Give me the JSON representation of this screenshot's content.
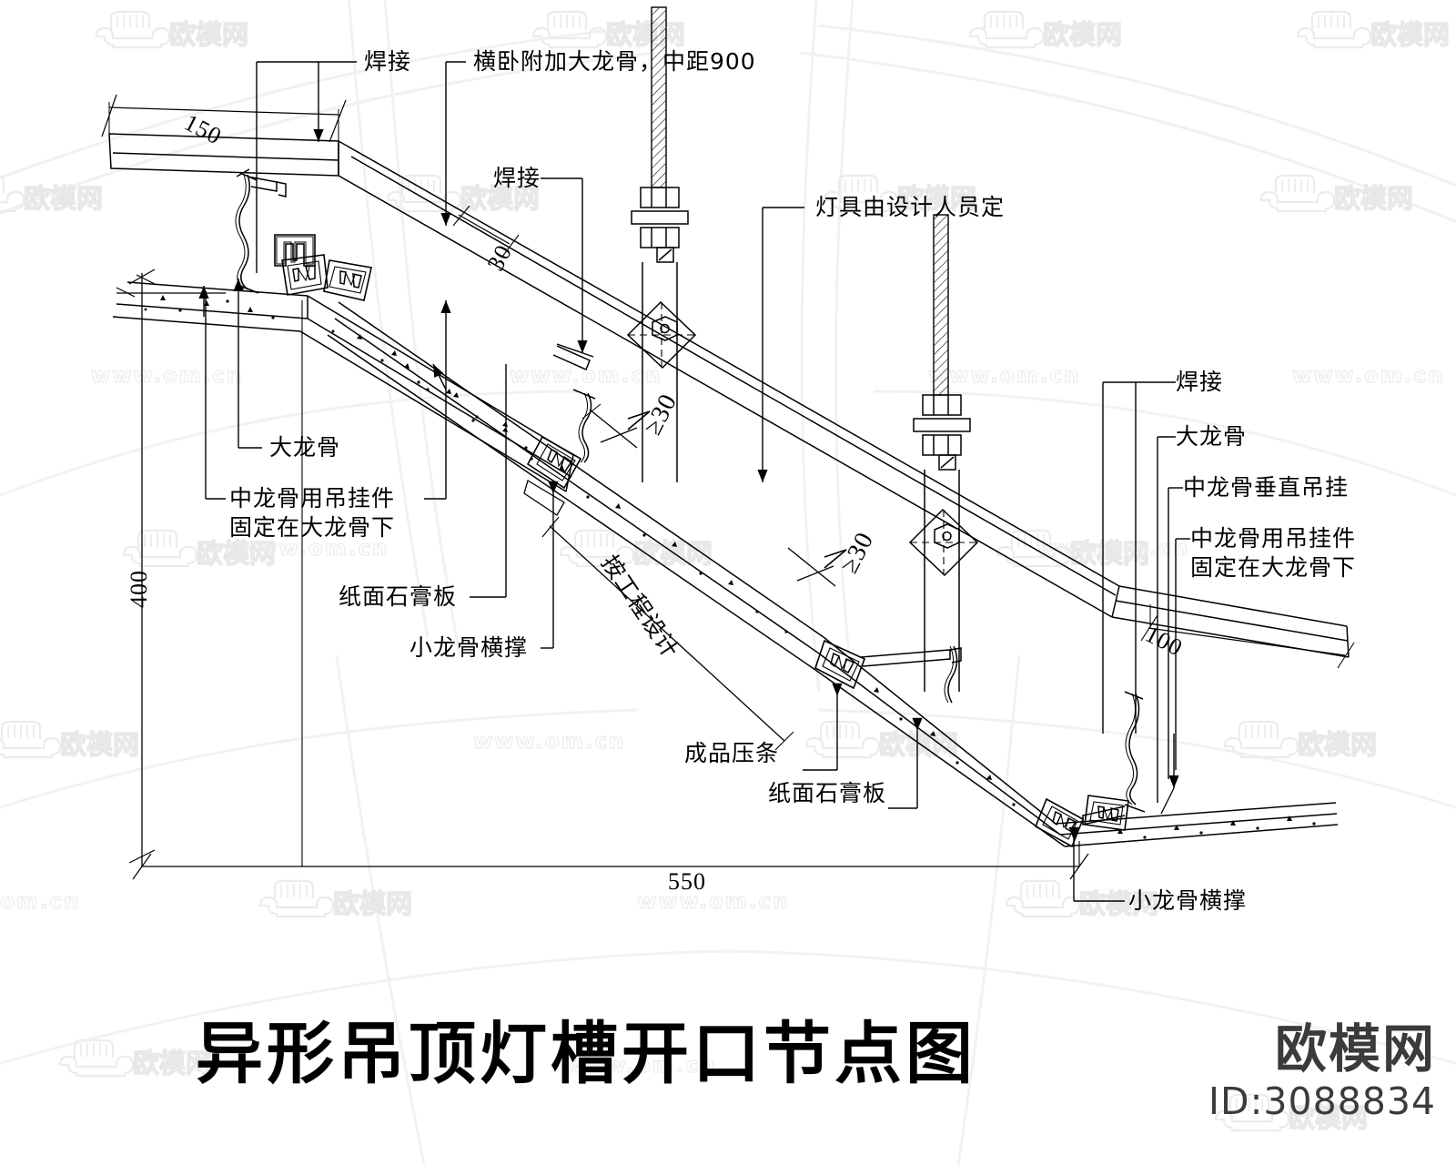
{
  "drawing": {
    "title": "异形吊顶灯槽开口节点图",
    "type": "architectural-detail-drawing",
    "discipline": "suspended-ceiling-light-trough-opening-node"
  },
  "brand": {
    "name": "欧模网",
    "id_label": "ID:3088834",
    "watermark_text": "欧模网",
    "watermark_url": "www.om.cn"
  },
  "labels": {
    "weld_top_left": "焊接",
    "main_runner_note": "横卧附加大龙骨，中距900",
    "weld_mid": "焊接",
    "fixture_note": "灯具由设计人员定",
    "weld_right": "焊接",
    "main_runner_left": "大龙骨",
    "mid_runner_hanger_left": "中龙骨用吊挂件\n固定在大龙骨下",
    "gypsum_board_left": "纸面石膏板",
    "furring_brace_left": "小龙骨横撑",
    "per_engineering_design": "按工程设计",
    "trim_strip": "成品压条",
    "gypsum_board_bottom": "纸面石膏板",
    "main_runner_right": "大龙骨",
    "mid_runner_vertical_hang": "中龙骨垂直吊挂",
    "mid_runner_hanger_right": "中龙骨用吊挂件\n固定在大龙骨下",
    "furring_brace_right": "小龙骨横撑"
  },
  "dimensions": {
    "d150": "150",
    "d30": "30",
    "d400": "400",
    "d550": "550",
    "d100": "100",
    "min30_upper": "≥30",
    "min30_lower": "≥30"
  },
  "colors": {
    "ink": "#000000",
    "paper": "#ffffff",
    "watermark": "#e9e9e9",
    "brand_gray": "#3b3b3b"
  }
}
